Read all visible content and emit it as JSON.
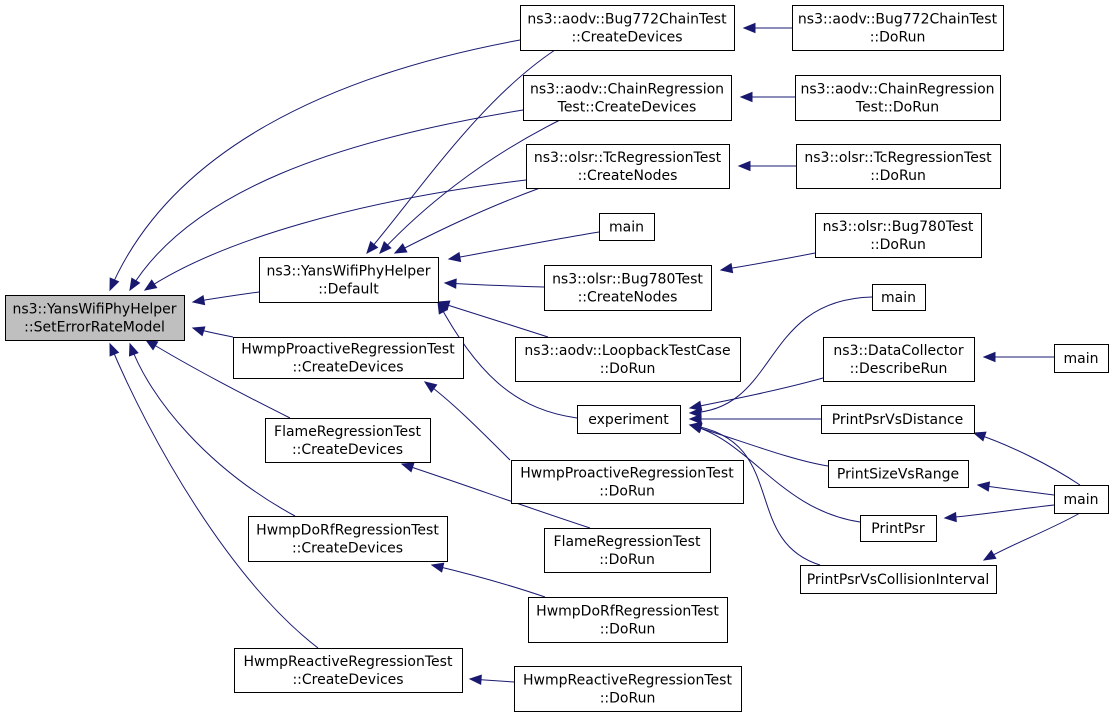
{
  "colors": {
    "edge": "#191970",
    "root_fill": "#bfbfbf",
    "node_fill": "#ffffff"
  },
  "nodes": [
    {
      "id": "root",
      "lines": [
        "ns3::YansWifiPhyHelper",
        "::SetErrorRateModel"
      ],
      "root": true
    },
    {
      "id": "def",
      "lines": [
        "ns3::YansWifiPhyHelper",
        "::Default"
      ]
    },
    {
      "id": "hpcd",
      "lines": [
        "HwmpProactiveRegressionTest",
        "::CreateDevices"
      ]
    },
    {
      "id": "frcd",
      "lines": [
        "FlameRegressionTest",
        "::CreateDevices"
      ]
    },
    {
      "id": "hdcd",
      "lines": [
        "HwmpDoRfRegressionTest",
        "::CreateDevices"
      ]
    },
    {
      "id": "hrcd",
      "lines": [
        "HwmpReactiveRegressionTest",
        "::CreateDevices"
      ]
    },
    {
      "id": "b772cd",
      "lines": [
        "ns3::aodv::Bug772ChainTest",
        "::CreateDevices"
      ]
    },
    {
      "id": "crcd",
      "lines": [
        "ns3::aodv::ChainRegression",
        "Test::CreateDevices"
      ]
    },
    {
      "id": "tccn",
      "lines": [
        "ns3::olsr::TcRegressionTest",
        "::CreateNodes"
      ]
    },
    {
      "id": "main1",
      "lines": [
        "main"
      ]
    },
    {
      "id": "b780cn",
      "lines": [
        "ns3::olsr::Bug780Test",
        "::CreateNodes"
      ]
    },
    {
      "id": "loop",
      "lines": [
        "ns3::aodv::LoopbackTestCase",
        "::DoRun"
      ]
    },
    {
      "id": "exp",
      "lines": [
        "experiment"
      ]
    },
    {
      "id": "hpdr",
      "lines": [
        "HwmpProactiveRegressionTest",
        "::DoRun"
      ]
    },
    {
      "id": "frdr",
      "lines": [
        "FlameRegressionTest",
        "::DoRun"
      ]
    },
    {
      "id": "hddr",
      "lines": [
        "HwmpDoRfRegressionTest",
        "::DoRun"
      ]
    },
    {
      "id": "hrdr",
      "lines": [
        "HwmpReactiveRegressionTest",
        "::DoRun"
      ]
    },
    {
      "id": "b772dr",
      "lines": [
        "ns3::aodv::Bug772ChainTest",
        "::DoRun"
      ]
    },
    {
      "id": "crdr",
      "lines": [
        "ns3::aodv::ChainRegression",
        "Test::DoRun"
      ]
    },
    {
      "id": "tcdr",
      "lines": [
        "ns3::olsr::TcRegressionTest",
        "::DoRun"
      ]
    },
    {
      "id": "b780dr",
      "lines": [
        "ns3::olsr::Bug780Test",
        "::DoRun"
      ]
    },
    {
      "id": "main2",
      "lines": [
        "main"
      ]
    },
    {
      "id": "dcdr",
      "lines": [
        "ns3::DataCollector",
        "::DescribeRun"
      ]
    },
    {
      "id": "ppvd",
      "lines": [
        "PrintPsrVsDistance"
      ]
    },
    {
      "id": "psvr",
      "lines": [
        "PrintSizeVsRange"
      ]
    },
    {
      "id": "pp",
      "lines": [
        "PrintPsr"
      ]
    },
    {
      "id": "ppvci",
      "lines": [
        "PrintPsrVsCollisionInterval"
      ]
    },
    {
      "id": "main3",
      "lines": [
        "main"
      ]
    },
    {
      "id": "main4",
      "lines": [
        "main"
      ]
    }
  ],
  "edges": [
    [
      "def",
      "root"
    ],
    [
      "hpcd",
      "root"
    ],
    [
      "frcd",
      "root"
    ],
    [
      "hdcd",
      "root"
    ],
    [
      "hrcd",
      "root"
    ],
    [
      "b772cd",
      "root"
    ],
    [
      "crcd",
      "root"
    ],
    [
      "tccn",
      "root"
    ],
    [
      "b772cd",
      "def"
    ],
    [
      "crcd",
      "def"
    ],
    [
      "tccn",
      "def"
    ],
    [
      "main1",
      "def"
    ],
    [
      "b780cn",
      "def"
    ],
    [
      "loop",
      "def"
    ],
    [
      "exp",
      "def"
    ],
    [
      "hpdr",
      "hpcd"
    ],
    [
      "frdr",
      "frcd"
    ],
    [
      "hddr",
      "hdcd"
    ],
    [
      "hrdr",
      "hrcd"
    ],
    [
      "b772dr",
      "b772cd"
    ],
    [
      "crdr",
      "crcd"
    ],
    [
      "tcdr",
      "tccn"
    ],
    [
      "b780dr",
      "b780cn"
    ],
    [
      "main2",
      "exp"
    ],
    [
      "dcdr",
      "exp"
    ],
    [
      "ppvd",
      "exp"
    ],
    [
      "psvr",
      "exp"
    ],
    [
      "pp",
      "exp"
    ],
    [
      "ppvci",
      "exp"
    ],
    [
      "main3",
      "dcdr"
    ],
    [
      "main4",
      "ppvd"
    ],
    [
      "main4",
      "psvr"
    ],
    [
      "main4",
      "pp"
    ],
    [
      "main4",
      "ppvci"
    ]
  ]
}
